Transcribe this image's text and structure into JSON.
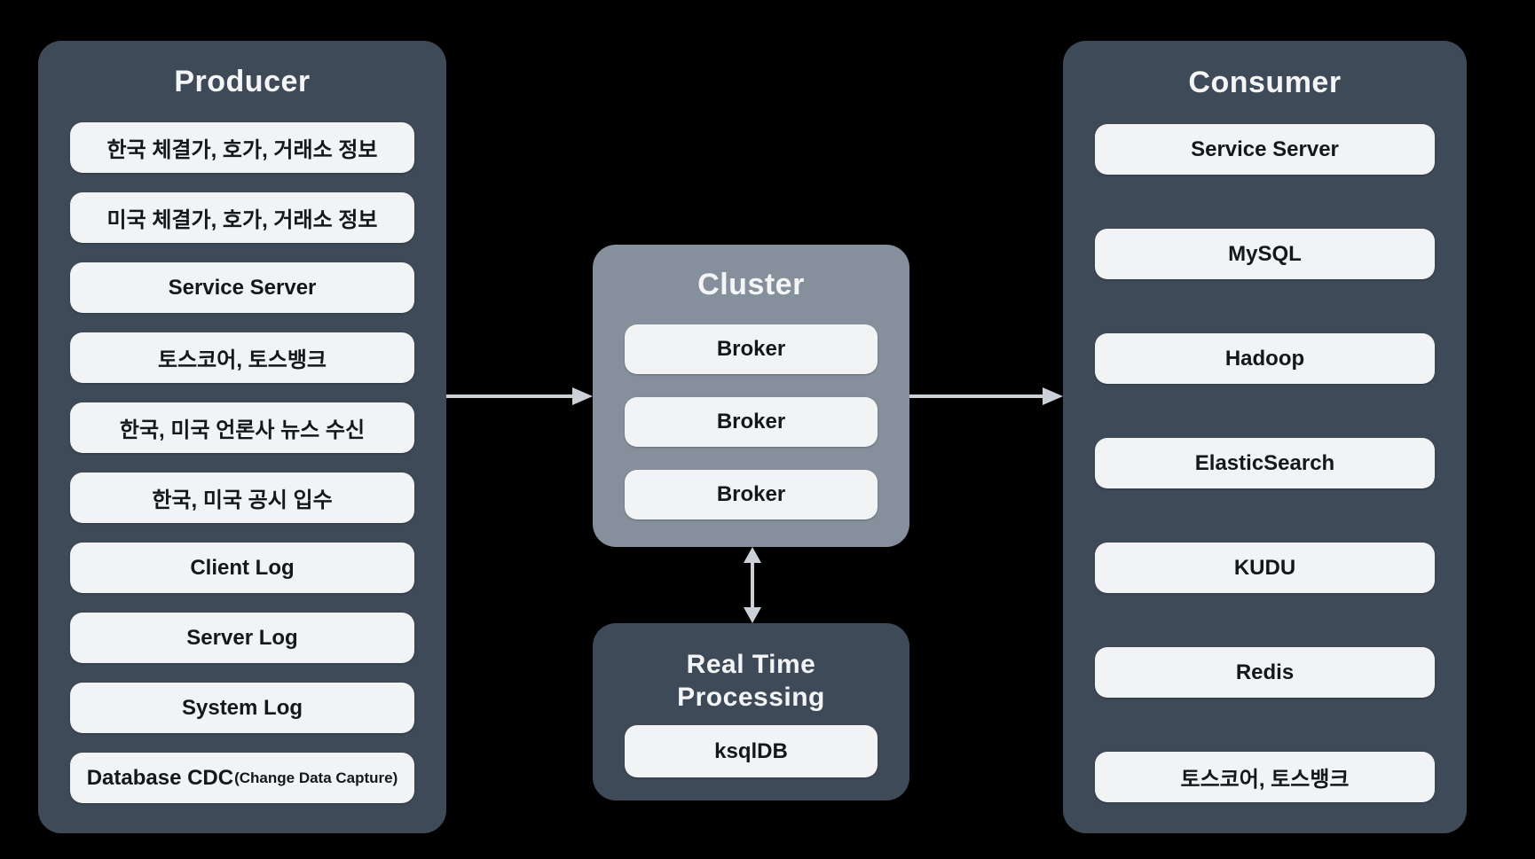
{
  "colors": {
    "background": "#000000",
    "panel_dark": "#3e4a57",
    "panel_cluster": "#86909c",
    "item_box": "#f1f3f5",
    "item_text": "#14171b",
    "title_text": "#f3f5f7",
    "arrow": "#ccd1d7"
  },
  "producer": {
    "title": "Producer",
    "items": [
      "한국 체결가, 호가, 거래소 정보",
      "미국 체결가, 호가, 거래소 정보",
      "Service Server",
      "토스코어, 토스뱅크",
      "한국, 미국 언론사 뉴스 수신",
      "한국, 미국 공시 입수",
      "Client Log",
      "Server Log",
      "System Log"
    ],
    "cdc": {
      "main": "Database CDC",
      "suffix": "(Change Data Capture)"
    }
  },
  "cluster": {
    "title": "Cluster",
    "items": [
      "Broker",
      "Broker",
      "Broker"
    ]
  },
  "realtime": {
    "title": "Real Time Processing",
    "items": [
      "ksqlDB"
    ]
  },
  "consumer": {
    "title": "Consumer",
    "items": [
      "Service Server",
      "MySQL",
      "Hadoop",
      "ElasticSearch",
      "KUDU",
      "Redis",
      "토스코어, 토스뱅크"
    ]
  }
}
